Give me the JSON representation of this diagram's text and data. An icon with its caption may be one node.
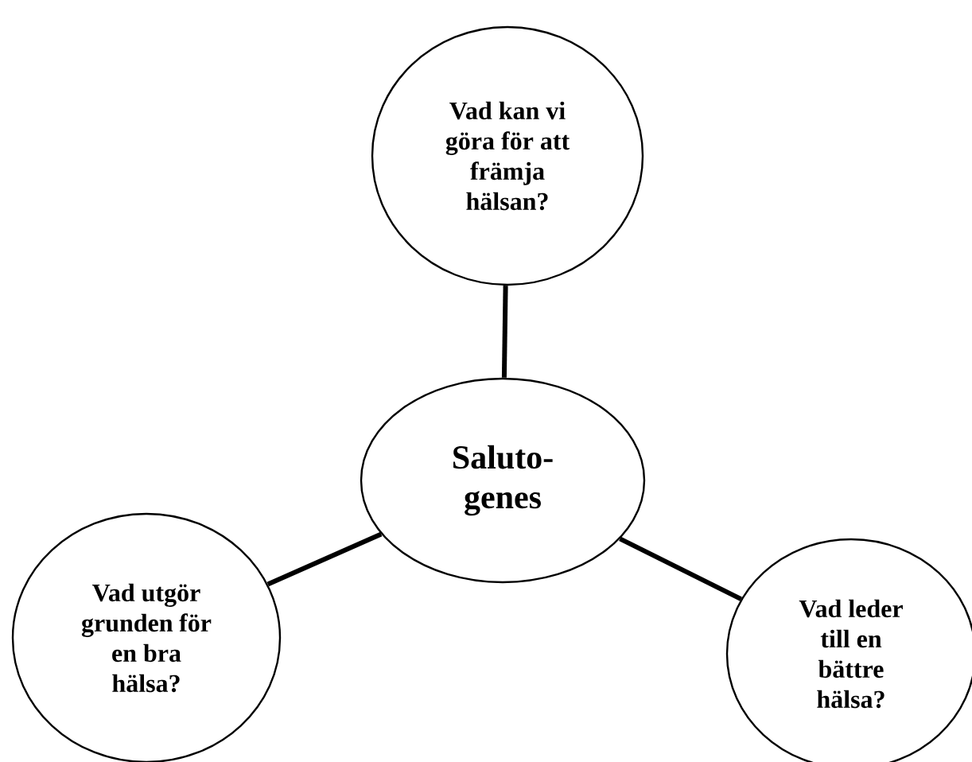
{
  "diagram": {
    "nodes": [
      {
        "text": [
          "Vad kan vi göra för att främja hälsan?"
        ]
      },
      {
        "text": [
          "Saluto- genes"
        ]
      },
      {
        "text": [
          "Vad utgör grunden för en bra hälsa?"
        ]
      },
      {
        "text": [
          "Vad leder till en bättre hälsa?"
        ]
      }
    ],
    "edges": [
      {
        "from": 1,
        "to": 0,
        "arrow": "none"
      },
      {
        "from": 1,
        "to": 2,
        "arrow": "none"
      },
      {
        "from": 1,
        "to": 3,
        "arrow": "none"
      }
    ]
  }
}
